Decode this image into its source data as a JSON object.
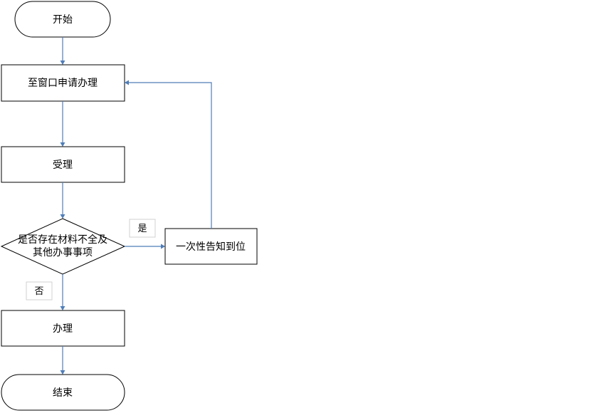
{
  "diagram": {
    "nodes": {
      "start": "开始",
      "apply": "至窗口申请办理",
      "accept": "受理",
      "decision_line1": "是否存在材料不全及",
      "decision_line2": "其他办事事项",
      "notify": "一次性告知到位",
      "process": "办理",
      "end": "结束"
    },
    "edge_labels": {
      "yes": "是",
      "no": "否"
    }
  },
  "colors": {
    "connector": "#4f7db8",
    "node_border": "#000000",
    "label_border": "#d0d0d0"
  }
}
